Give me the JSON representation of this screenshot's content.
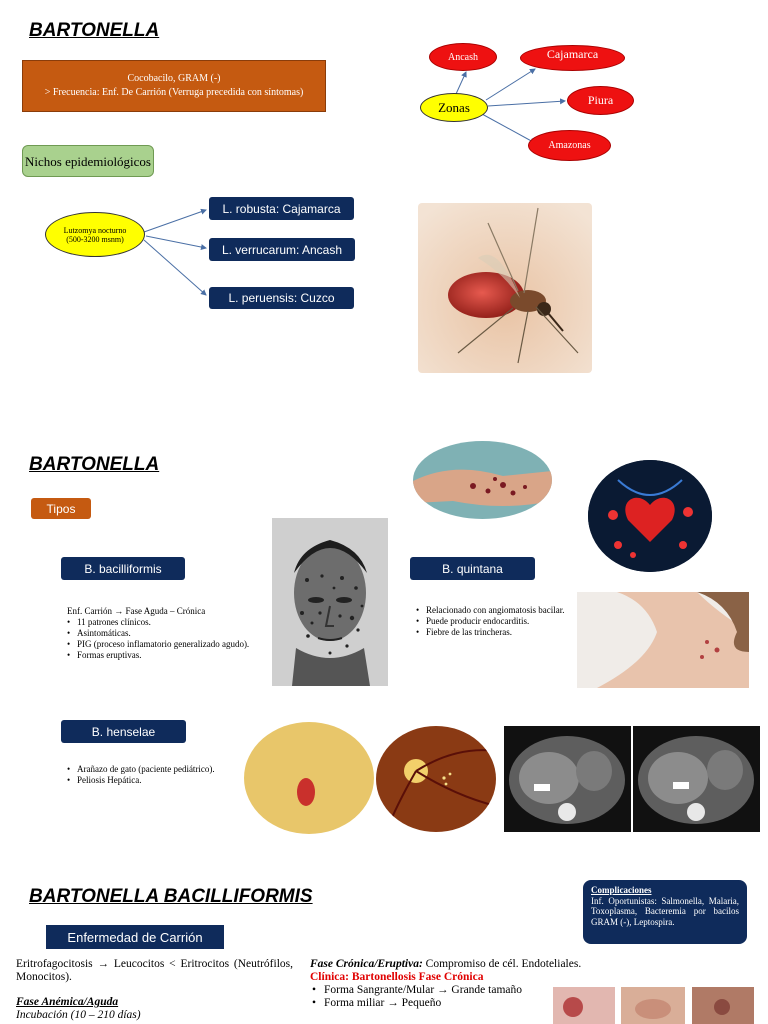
{
  "section1": {
    "title": "BARTONELLA",
    "info_line1": "Cocobacilo, GRAM (-)",
    "info_line2": "> Frecuencia: Enf. De Carrión (Verruga precedida con síntomas)",
    "niches_label": "Nichos epidemiológicos",
    "zones": {
      "center": "Zonas",
      "items": [
        "Ancash",
        "Cajamarca",
        "Piura",
        "Amazonas"
      ]
    },
    "vector": "Lutzomya nocturno (500-3200 msnm)",
    "species": [
      "L. robusta: Cajamarca",
      "L. verrucarum: Ancash",
      "L. peruensis: Cuzco"
    ],
    "image_mosquito": "sandfly-photo"
  },
  "section2": {
    "title": "BARTONELLA",
    "types_label": "Tipos",
    "bacilliformis": {
      "label": "B. bacilliformis",
      "intro": "Enf. Carrión → Fase Aguda – Crónica",
      "items": [
        "11 patrones clínicos.",
        "Asintomáticas.",
        "PIG (proceso inflamatorio generalizado agudo).",
        "Formas eruptivas."
      ]
    },
    "quintana": {
      "label": "B. quintana",
      "items": [
        "Relacionado con angiomatosis bacilar.",
        "Puede producir endocarditis.",
        "Fiebre de las trincheras."
      ]
    },
    "henselae": {
      "label": "B. henselae",
      "items": [
        "Arañazo de gato (paciente pediátrico).",
        "Peliosis Hepática."
      ]
    }
  },
  "section3": {
    "title": "BARTONELLA BACILLIFORMIS",
    "disease_label": "Enfermedad de Carrión",
    "left_text": "Eritrofagocitosis → Leucocitos < Eritrocitos (Neutrófilos, Monocitos).",
    "phase_acute": "Fase Anémica/Aguda",
    "phase_acute_sub": "Incubación (10 – 210 días)",
    "chronic_label": "Fase Crónica/Eruptiva:",
    "chronic_text": " Compromiso de cél. Endoteliales.",
    "clinic_title": "Clínica: Bartonellosis Fase Crónica",
    "clinic_items": [
      "Forma Sangrante/Mular → Grande tamaño",
      "Forma miliar → Pequeño"
    ],
    "complications_title": "Complicaciones",
    "complications_text": "Inf. Oportunistas: Salmonella, Malaria, Toxoplasma, Bacteremia por bacilos GRAM (-), Leptospira."
  },
  "colors": {
    "orange": "#c55a11",
    "navy": "#0f2b5b",
    "red": "#ee1111",
    "yellow": "#ffff00",
    "green": "#a9d18e"
  }
}
